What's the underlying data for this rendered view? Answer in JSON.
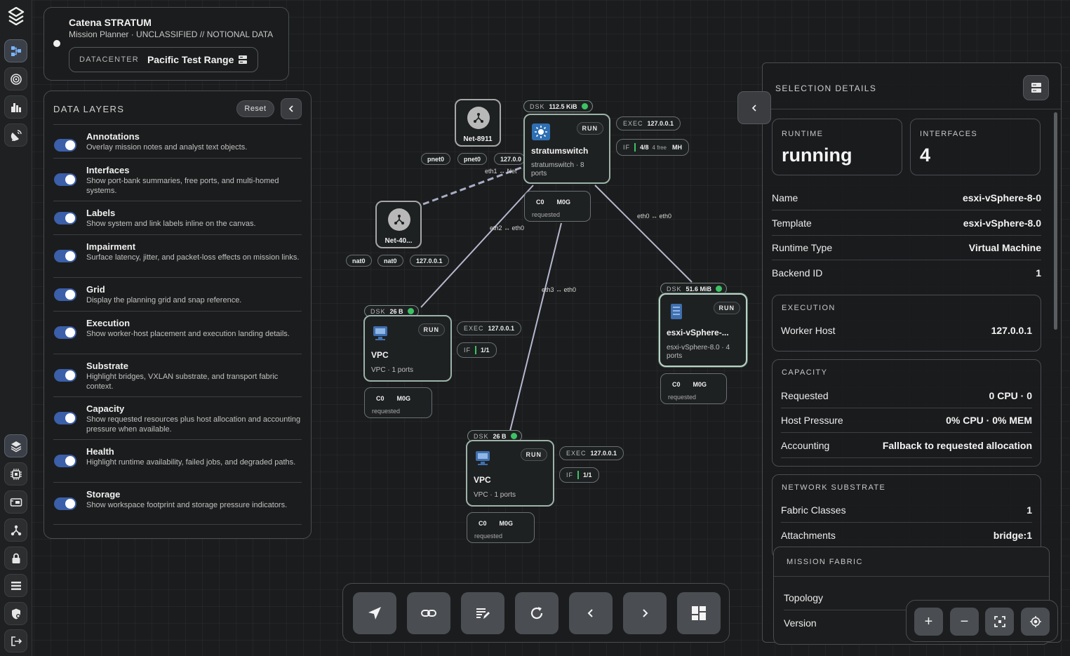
{
  "app": {
    "title": "Catena STRATUM",
    "subtitle": "Mission Planner · UNCLASSIFIED // NOTIONAL DATA",
    "datacenter_label": "DATACENTER",
    "datacenter_value": "Pacific Test Range"
  },
  "rail": {
    "top": [
      "topology-icon",
      "target-icon",
      "city-icon",
      "satellite-dish-icon"
    ],
    "bottom": [
      "layers-icon",
      "cpu-icon",
      "server-icon",
      "network-icon",
      "lock-icon",
      "list-icon",
      "shield-icon",
      "logout-icon"
    ]
  },
  "layers": {
    "title": "DATA LAYERS",
    "reset_label": "Reset",
    "items": [
      {
        "name": "Annotations",
        "desc": "Overlay mission notes and analyst text objects.",
        "enabled": true
      },
      {
        "name": "Interfaces",
        "desc": "Show port-bank summaries, free ports, and multi-homed systems.",
        "enabled": true
      },
      {
        "name": "Labels",
        "desc": "Show system and link labels inline on the canvas.",
        "enabled": true
      },
      {
        "name": "Impairment",
        "desc": "Surface latency, jitter, and packet-loss effects on mission links.",
        "enabled": true
      },
      {
        "name": "Grid",
        "desc": "Display the planning grid and snap reference.",
        "enabled": true
      },
      {
        "name": "Execution",
        "desc": "Show worker-host placement and execution landing details.",
        "enabled": true
      },
      {
        "name": "Substrate",
        "desc": "Highlight bridges, VXLAN substrate, and transport fabric context.",
        "enabled": true
      },
      {
        "name": "Capacity",
        "desc": "Show requested resources plus host allocation and accounting pressure when available.",
        "enabled": true
      },
      {
        "name": "Health",
        "desc": "Highlight runtime availability, failed jobs, and degraded paths.",
        "enabled": true
      },
      {
        "name": "Storage",
        "desc": "Show workspace footprint and storage pressure indicators.",
        "enabled": true
      }
    ]
  },
  "canvas": {
    "links": {
      "eth1": "eth1 ↔ Net",
      "eth2": "eth2 ↔ eth0",
      "eth3": "eth3 ↔ eth0",
      "eth0": "eth0 ↔ eth0"
    },
    "net1": {
      "name": "Net-8911",
      "ports": [
        "pnet0",
        "pnet0",
        "127.0.0"
      ]
    },
    "net2": {
      "name": "Net-40...",
      "ports": [
        "nat0",
        "nat0",
        "127.0.0.1"
      ]
    },
    "switch": {
      "name": "stratumswitch",
      "sub": "stratumswitch · 8 ports",
      "run": "RUN",
      "dsk_label": "DSK",
      "dsk_value": "112.5 KiB",
      "exec_label": "EXEC",
      "exec_value": "127.0.0.1",
      "if_label": "IF",
      "if_value": "4/8",
      "if_free": "4 free",
      "if_extra": "MH",
      "req_cpu": "C0",
      "req_mem": "M0G",
      "req_label": "requested"
    },
    "vpc1": {
      "name": "VPC",
      "sub": "VPC · 1 ports",
      "run": "RUN",
      "dsk_label": "DSK",
      "dsk_value": "26 B",
      "exec_label": "EXEC",
      "exec_value": "127.0.0.1",
      "if_label": "IF",
      "if_value": "1/1",
      "req_cpu": "C0",
      "req_mem": "M0G",
      "req_label": "requested"
    },
    "vpc2": {
      "name": "VPC",
      "sub": "VPC · 1 ports",
      "run": "RUN",
      "dsk_label": "DSK",
      "dsk_value": "26 B",
      "exec_label": "EXEC",
      "exec_value": "127.0.0.1",
      "if_label": "IF",
      "if_value": "1/1",
      "req_cpu": "C0",
      "req_mem": "M0G",
      "req_label": "requested"
    },
    "esxi": {
      "name": "esxi-vSphere-...",
      "sub": "esxi-vSphere-8.0 · 4 ports",
      "run": "RUN",
      "dsk_label": "DSK",
      "dsk_value": "51.6 MiB",
      "req_cpu": "C0",
      "req_mem": "M0G",
      "req_label": "requested"
    }
  },
  "toolbar": [
    "send-icon",
    "link-icon",
    "edit-notes-icon",
    "refresh-icon",
    "chevron-left-icon",
    "chevron-right-icon",
    "dashboard-icon"
  ],
  "details": {
    "title": "SELECTION DETAILS",
    "runtime_label": "RUNTIME",
    "runtime_value": "running",
    "interfaces_label": "INTERFACES",
    "interfaces_value": "4",
    "rows": [
      {
        "k": "Name",
        "v": "esxi-vSphere-8-0"
      },
      {
        "k": "Template",
        "v": "esxi-vSphere-8.0"
      },
      {
        "k": "Runtime Type",
        "v": "Virtual Machine"
      },
      {
        "k": "Backend ID",
        "v": "1"
      }
    ],
    "execution": {
      "title": "EXECUTION",
      "rows": [
        {
          "k": "Worker Host",
          "v": "127.0.0.1"
        }
      ]
    },
    "capacity": {
      "title": "CAPACITY",
      "rows": [
        {
          "k": "Requested",
          "v": "0 CPU · 0"
        },
        {
          "k": "Host Pressure",
          "v": "0% CPU · 0% MEM"
        },
        {
          "k": "Accounting",
          "v": "Fallback to requested allocation"
        }
      ]
    },
    "substrate": {
      "title": "NETWORK SUBSTRATE",
      "rows": [
        {
          "k": "Fabric Classes",
          "v": "1"
        },
        {
          "k": "Attachments",
          "v": "bridge:1"
        }
      ]
    },
    "fabric": {
      "title": "MISSION FABRIC",
      "rows": [
        {
          "k": "Topology",
          "v": ""
        },
        {
          "k": "Version",
          "v": ""
        }
      ]
    }
  },
  "zoom": {
    "zoom_in": "+",
    "zoom_out": "−"
  }
}
